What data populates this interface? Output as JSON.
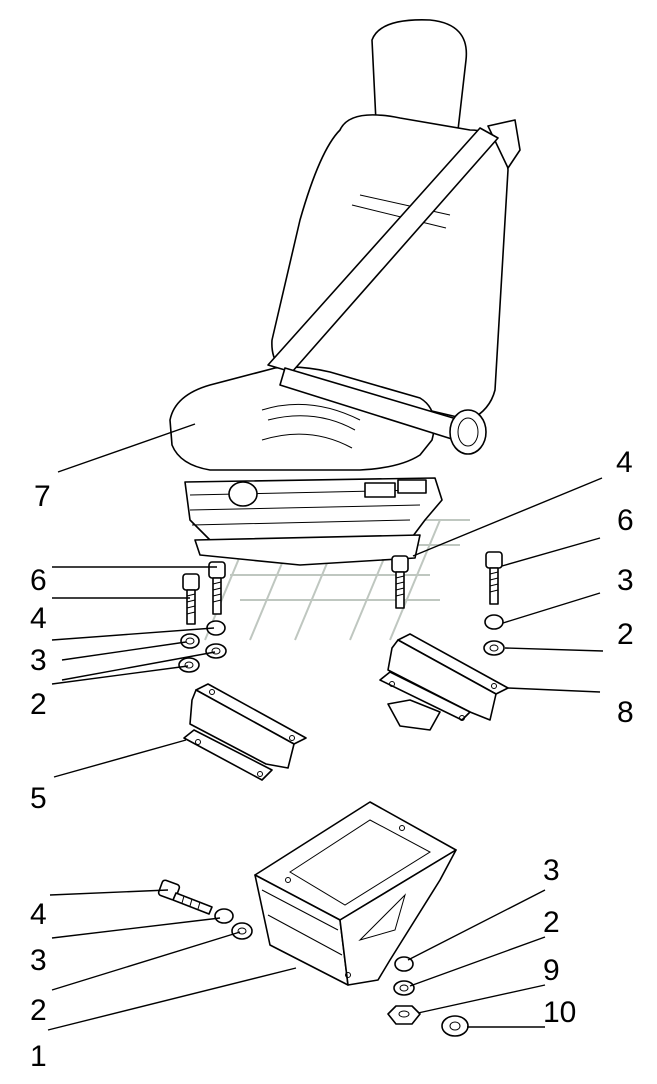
{
  "labels": {
    "l1": "1",
    "l2a": "2",
    "l2b": "2",
    "l2c": "2",
    "l2d": "2",
    "l3a": "3",
    "l3b": "3",
    "l3c": "3",
    "l3d": "3",
    "l4a": "4",
    "l4b": "4",
    "l4c": "4",
    "l5": "5",
    "l6a": "6",
    "l6b": "6",
    "l7": "7",
    "l8": "8",
    "l9": "9",
    "l10": "10"
  }
}
